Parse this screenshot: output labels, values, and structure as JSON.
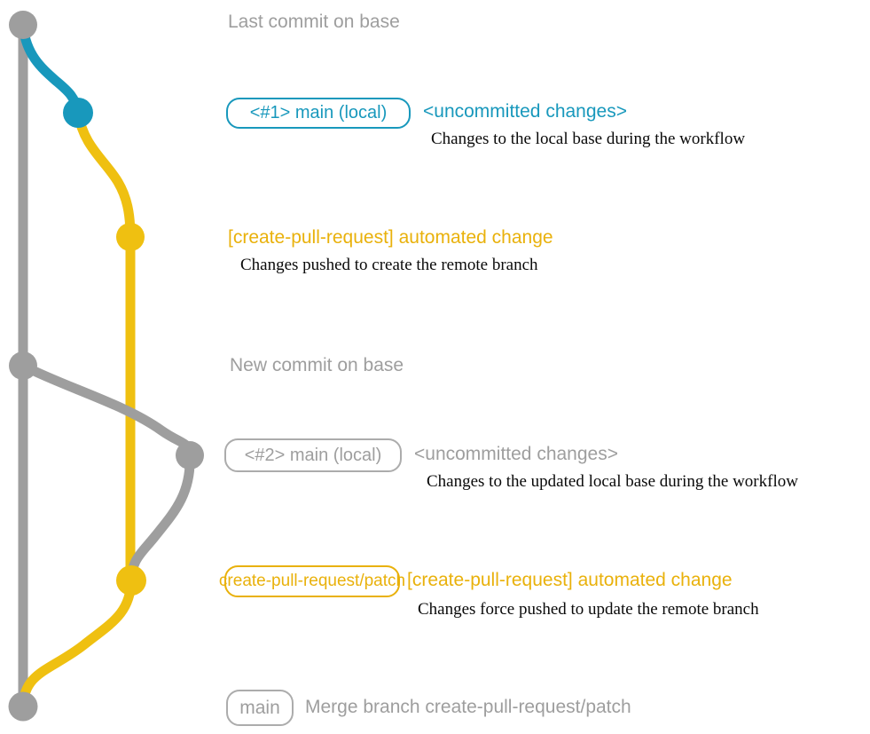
{
  "colors": {
    "graph_gray": "#9E9E9E",
    "gray_text": "#9E9E9E",
    "gray_border": "#ACACAC",
    "blue": "#1898BC",
    "graph_yellow": "#EFC011",
    "yellow_text": "#E9B10B",
    "serif_text": "#0A0A0A"
  },
  "graph": {
    "description": "Git commit graph for create-pull-request workflow",
    "branches": [
      {
        "name": "base",
        "color_key": "graph_gray"
      },
      {
        "name": "local uncommitted changes",
        "color_key": "blue"
      },
      {
        "name": "create-pull-request/patch",
        "color_key": "graph_yellow"
      }
    ],
    "commits": [
      {
        "id": "base-last-commit",
        "branch": "base",
        "label": "Last commit on base"
      },
      {
        "id": "local-1",
        "branch": "local uncommitted changes",
        "label": "<#1> main (local)"
      },
      {
        "id": "patch-1",
        "branch": "create-pull-request/patch",
        "label": "[create-pull-request] automated change"
      },
      {
        "id": "base-new-commit",
        "branch": "base",
        "label": "New commit on base"
      },
      {
        "id": "local-2",
        "branch": "local uncommitted changes",
        "label": "<#2> main (local)"
      },
      {
        "id": "patch-2",
        "branch": "create-pull-request/patch",
        "label": "[create-pull-request] automated change"
      },
      {
        "id": "merge",
        "branch": "base",
        "label": "Merge branch create-pull-request/patch"
      }
    ]
  },
  "annotations": {
    "last_commit": "Last commit on base",
    "branch1_box": "<#1> main (local)",
    "branch1_status": "<uncommitted changes>",
    "branch1_desc": "Changes to the local base during the workflow",
    "pr_commit1_title": "[create-pull-request] automated change",
    "pr_commit1_desc": "Changes pushed to create the remote branch",
    "new_commit": "New commit on base",
    "branch2_box": "<#2> main (local)",
    "branch2_status": "<uncommitted changes>",
    "branch2_desc": "Changes to the updated local base during the workflow",
    "patch_branch_box": "create-pull-request/patch",
    "pr_commit2_title": "[create-pull-request] automated change",
    "pr_commit2_desc": "Changes force pushed to update the remote branch",
    "main_box": "main",
    "merge_message": "Merge branch create-pull-request/patch"
  }
}
